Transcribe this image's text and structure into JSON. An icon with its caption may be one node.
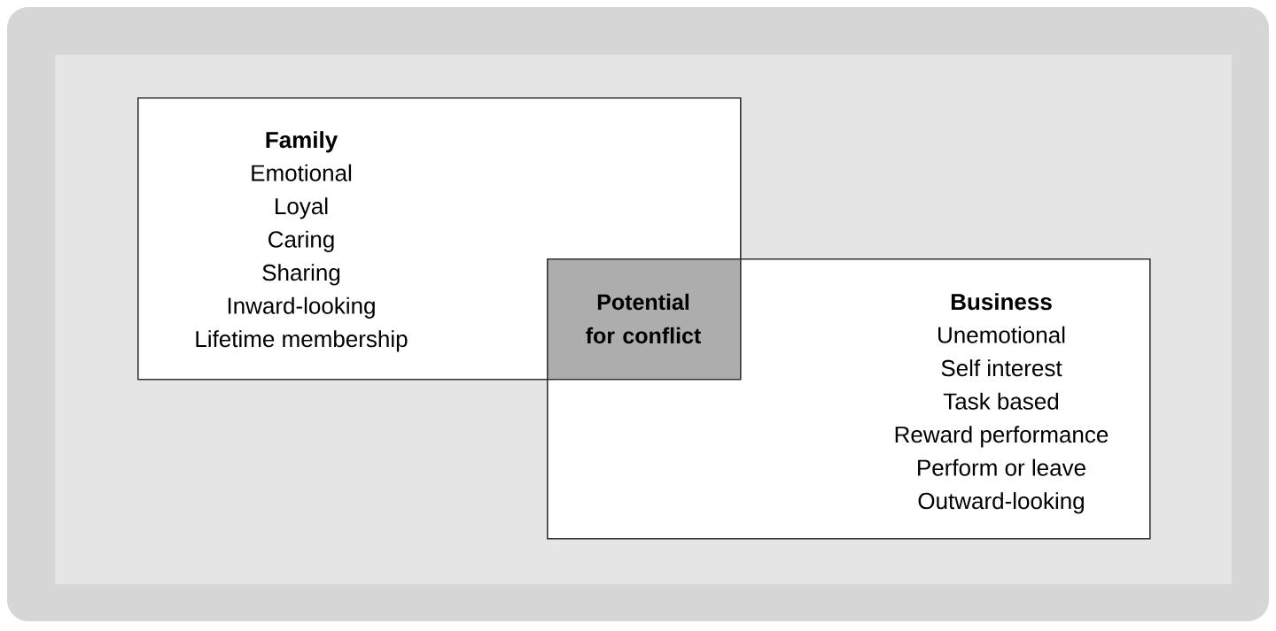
{
  "diagram": {
    "nodes": [
      {
        "text": [
          "Family",
          "Emotional",
          "Loyal",
          "Caring",
          "Sharing",
          "Inward-looking",
          "Lifetime membership"
        ]
      },
      {
        "text": [
          "Potential for conflict"
        ]
      },
      {
        "text": [
          "Business",
          "Unemotional",
          "Self interest",
          "Task based",
          "Reward performance",
          "Perform or leave",
          "Outward-looking"
        ]
      }
    ]
  }
}
